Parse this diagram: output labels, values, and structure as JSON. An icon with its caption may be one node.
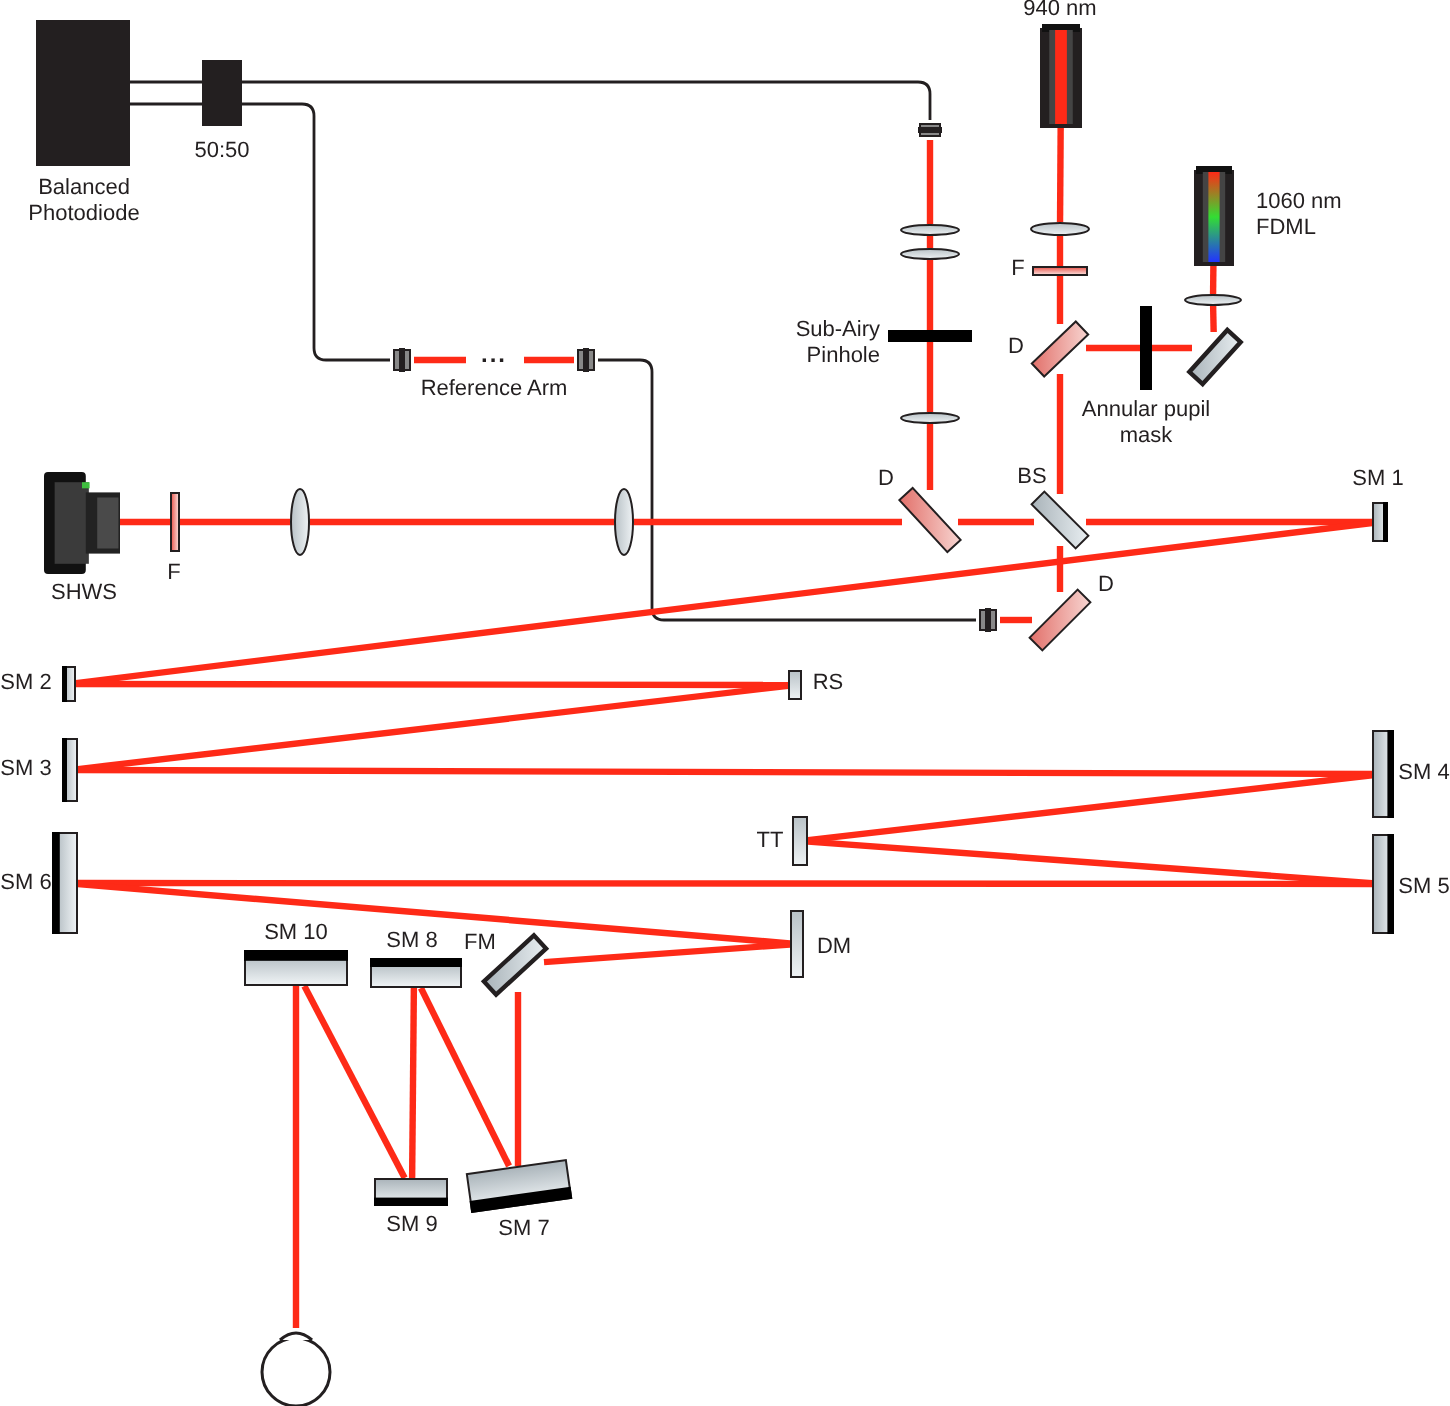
{
  "diagram": {
    "nodes": [
      {
        "text": [
          "Balanced Photodiode"
        ]
      },
      {
        "text": [
          "50:50"
        ]
      },
      {
        "text": [
          "940 nm"
        ]
      },
      {
        "text": [],
        "shape": "connector"
      },
      {
        "text": [
          "1060 nm FDML"
        ]
      },
      {
        "text": [],
        "shape": "lens"
      },
      {
        "text": [],
        "shape": "lens"
      },
      {
        "text": [],
        "shape": "lens"
      },
      {
        "text": [
          "F"
        ]
      },
      {
        "text": [],
        "shape": "lens"
      },
      {
        "text": [
          "Sub-Airy Pinhole"
        ]
      },
      {
        "text": [
          "Annular pupil mask"
        ]
      },
      {
        "text": [
          "D"
        ]
      },
      {
        "text": [],
        "shape": "mirror"
      },
      {
        "text": [],
        "shape": "connector"
      },
      {
        "text": [],
        "shape": "connector"
      },
      {
        "text": [],
        "shape": "lens"
      },
      {
        "text": [
          "SHWS"
        ]
      },
      {
        "text": [
          "F"
        ]
      },
      {
        "text": [],
        "shape": "lens"
      },
      {
        "text": [],
        "shape": "lens"
      },
      {
        "text": [
          "D"
        ]
      },
      {
        "text": [
          "BS"
        ]
      },
      {
        "text": [
          "SM 1"
        ]
      },
      {
        "text": [
          "D"
        ]
      },
      {
        "text": [],
        "shape": "connector"
      },
      {
        "text": [
          "SM 2"
        ]
      },
      {
        "text": [
          "RS"
        ]
      },
      {
        "text": [
          "SM 3"
        ]
      },
      {
        "text": [
          "SM 4"
        ]
      },
      {
        "text": [
          "TT"
        ]
      },
      {
        "text": [
          "SM 5"
        ]
      },
      {
        "text": [
          "SM 6"
        ]
      },
      {
        "text": [
          "DM"
        ]
      },
      {
        "text": [
          "SM 10"
        ]
      },
      {
        "text": [
          "SM 8"
        ]
      },
      {
        "text": [
          "FM"
        ]
      },
      {
        "text": [
          "SM 9"
        ]
      },
      {
        "text": [
          "SM 7"
        ]
      },
      {
        "text": [],
        "shape": "eye"
      }
    ],
    "edges": [
      {
        "from": 0,
        "to": 1,
        "arrow": "none",
        "color": "#231f20"
      },
      {
        "from": 0,
        "to": 1,
        "arrow": "none",
        "color": "#231f20"
      },
      {
        "from": 1,
        "to": 3,
        "arrow": "none",
        "color": "#231f20"
      },
      {
        "from": 1,
        "to": 14,
        "arrow": "none",
        "color": "#231f20"
      },
      {
        "from": 15,
        "to": 25,
        "arrow": "none",
        "color": "#231f20"
      },
      {
        "from": 14,
        "to": 15,
        "arrow": "none",
        "label": "Reference Arm"
      },
      {
        "from": 3,
        "to": 6,
        "arrow": "none"
      },
      {
        "from": 6,
        "to": 7,
        "arrow": "none"
      },
      {
        "from": 7,
        "to": 10,
        "arrow": "none"
      },
      {
        "from": 10,
        "to": 16,
        "arrow": "none"
      },
      {
        "from": 16,
        "to": 21,
        "arrow": "none"
      },
      {
        "from": 2,
        "to": 5,
        "arrow": "none"
      },
      {
        "from": 5,
        "to": 8,
        "arrow": "none"
      },
      {
        "from": 8,
        "to": 12,
        "arrow": "none"
      },
      {
        "from": 4,
        "to": 9,
        "arrow": "none"
      },
      {
        "from": 9,
        "to": 13,
        "arrow": "none"
      },
      {
        "from": 13,
        "to": 11,
        "arrow": "none"
      },
      {
        "from": 11,
        "to": 12,
        "arrow": "none"
      },
      {
        "from": 12,
        "to": 22,
        "arrow": "none"
      },
      {
        "from": 17,
        "to": 18,
        "arrow": "none"
      },
      {
        "from": 18,
        "to": 19,
        "arrow": "none"
      },
      {
        "from": 19,
        "to": 20,
        "arrow": "none"
      },
      {
        "from": 20,
        "to": 21,
        "arrow": "none"
      },
      {
        "from": 21,
        "to": 22,
        "arrow": "none"
      },
      {
        "from": 22,
        "to": 23,
        "arrow": "none"
      },
      {
        "from": 22,
        "to": 24,
        "arrow": "none"
      },
      {
        "from": 24,
        "to": 25,
        "arrow": "none"
      },
      {
        "from": 23,
        "to": 26,
        "arrow": "none"
      },
      {
        "from": 26,
        "to": 27,
        "arrow": "none"
      },
      {
        "from": 27,
        "to": 28,
        "arrow": "none"
      },
      {
        "from": 28,
        "to": 29,
        "arrow": "none"
      },
      {
        "from": 29,
        "to": 30,
        "arrow": "none"
      },
      {
        "from": 30,
        "to": 31,
        "arrow": "none"
      },
      {
        "from": 31,
        "to": 32,
        "arrow": "none"
      },
      {
        "from": 32,
        "to": 33,
        "arrow": "none"
      },
      {
        "from": 33,
        "to": 36,
        "arrow": "none"
      },
      {
        "from": 36,
        "to": 38,
        "arrow": "none"
      },
      {
        "from": 38,
        "to": 35,
        "arrow": "none"
      },
      {
        "from": 35,
        "to": 37,
        "arrow": "none"
      },
      {
        "from": 37,
        "to": 34,
        "arrow": "none"
      },
      {
        "from": 34,
        "to": 39,
        "arrow": "none"
      }
    ],
    "labels": [
      "..."
    ]
  }
}
